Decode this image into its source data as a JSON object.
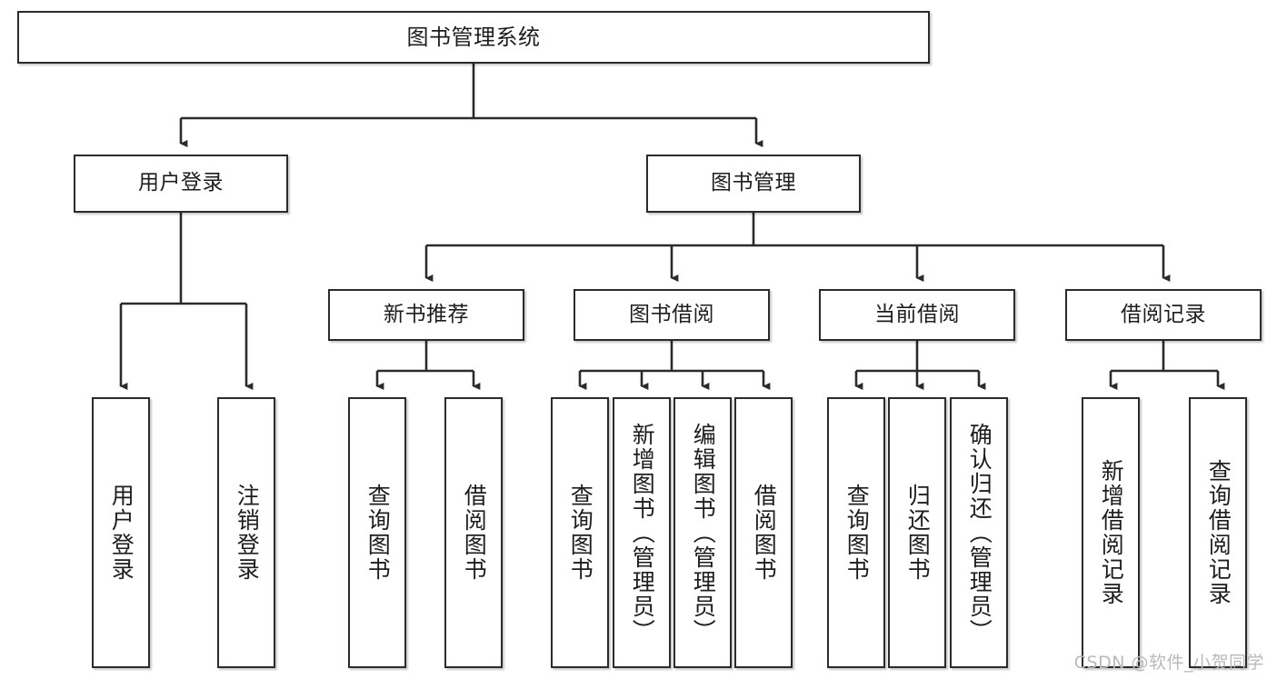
{
  "diagram": {
    "type": "tree-hierarchy",
    "title": "图书管理系统",
    "stroke_color": "#2b2b2b",
    "background_color": "#ffffff",
    "text_color": "#1d1d1d",
    "watermark": "CSDN @软件_小贺同学",
    "levels": {
      "root": {
        "label": "图书管理系统"
      },
      "level2": [
        {
          "id": "user-login",
          "label": "用户登录"
        },
        {
          "id": "book-management",
          "label": "图书管理"
        }
      ],
      "level3": [
        {
          "id": "new-book-recommend",
          "label": "新书推荐",
          "parent": "book-management"
        },
        {
          "id": "book-borrow",
          "label": "图书借阅",
          "parent": "book-management"
        },
        {
          "id": "current-borrow",
          "label": "当前借阅",
          "parent": "book-management"
        },
        {
          "id": "borrow-record",
          "label": "借阅记录",
          "parent": "book-management"
        }
      ],
      "leaves": [
        {
          "id": "leaf-user-login",
          "label": "用户登录",
          "parent": "user-login"
        },
        {
          "id": "leaf-logout",
          "label": "注销登录",
          "parent": "user-login"
        },
        {
          "id": "leaf-query-book-1",
          "label": "查询图书",
          "parent": "new-book-recommend"
        },
        {
          "id": "leaf-borrow-book-1",
          "label": "借阅图书",
          "parent": "new-book-recommend"
        },
        {
          "id": "leaf-query-book-2",
          "label": "查询图书",
          "parent": "book-borrow"
        },
        {
          "id": "leaf-add-book",
          "label": "新增图书（管理员）",
          "parent": "book-borrow"
        },
        {
          "id": "leaf-edit-book",
          "label": "编辑图书（管理员）",
          "parent": "book-borrow"
        },
        {
          "id": "leaf-borrow-book-2",
          "label": "借阅图书",
          "parent": "book-borrow"
        },
        {
          "id": "leaf-query-book-3",
          "label": "查询图书",
          "parent": "current-borrow"
        },
        {
          "id": "leaf-return-book",
          "label": "归还图书",
          "parent": "current-borrow"
        },
        {
          "id": "leaf-confirm-return",
          "label": "确认归还（管理员）",
          "parent": "current-borrow"
        },
        {
          "id": "leaf-add-record",
          "label": "新增借阅记录",
          "parent": "borrow-record"
        },
        {
          "id": "leaf-query-record",
          "label": "查询借阅记录",
          "parent": "borrow-record"
        }
      ]
    }
  }
}
